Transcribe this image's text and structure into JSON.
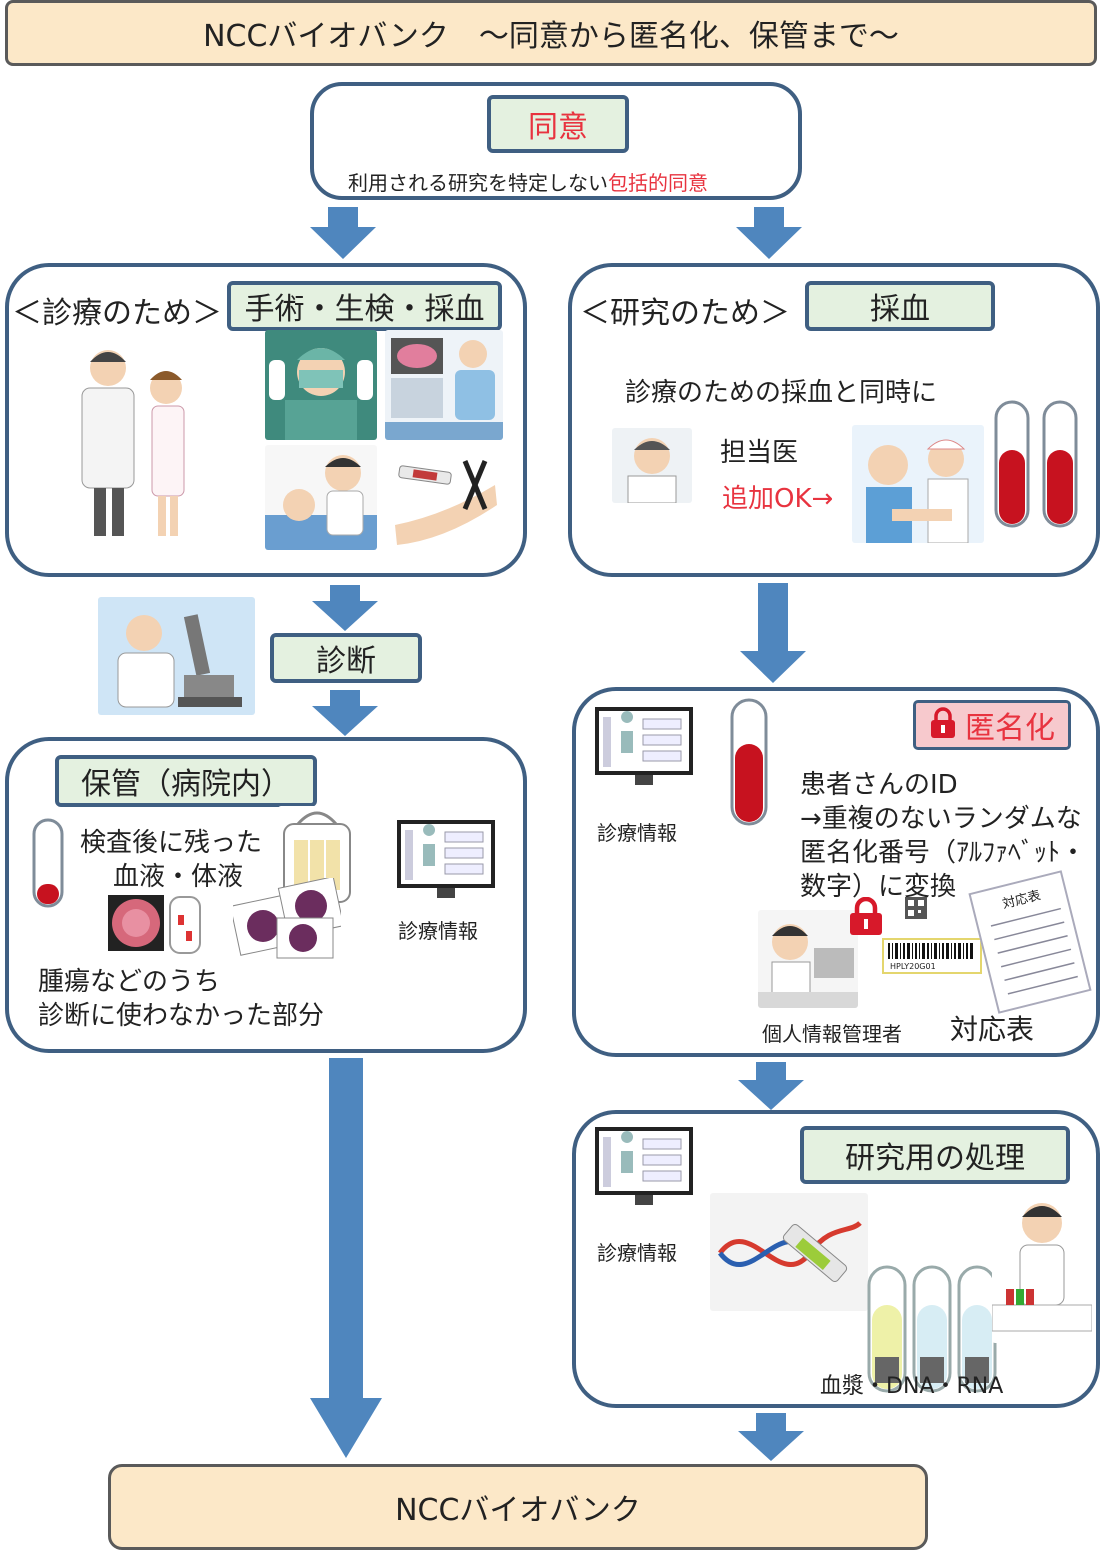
{
  "title": "NCCバイオバンク　～同意から匿名化、保管まで～",
  "consent": {
    "heading": "同意",
    "desc_prefix": "利用される研究を特定しない",
    "desc_highlight": "包括的同意"
  },
  "clinical": {
    "title": "＜診療のため＞",
    "label": "手術・生検・採血",
    "diagnosis": "診断"
  },
  "research": {
    "title": "＜研究のため＞",
    "label": "採血",
    "note": "診療のための採血と同時に",
    "doctor": "担当医",
    "ok": "追加OK→"
  },
  "storage": {
    "label": "保管（病院内）",
    "item1_l1": "検査後に残った",
    "item1_l2": "血液・体液",
    "item2_l1": "腫瘍などのうち",
    "item2_l2": "診断に使わなかった部分",
    "info": "診療情報"
  },
  "anonymize": {
    "label": "匿名化",
    "info": "診療情報",
    "l1": "患者さんのID",
    "l2": "→重複のないランダムな",
    "l3": "匿名化番号（ｱﾙﾌｧﾍﾞｯﾄ・",
    "l4": "数字）に変換",
    "manager": "個人情報管理者",
    "table": "対応表",
    "table_doc_title": "対応表",
    "barcode": "HPLY20G01"
  },
  "processing": {
    "label": "研究用の処理",
    "info": "診療情報",
    "products": "血漿・DNA・RNA"
  },
  "footer": "NCCバイオバンク",
  "colors": {
    "banner": "#fce8c8",
    "panel_border": "#3f5f82",
    "label_bg": "#e4f1e0",
    "arrow": "#4f86be",
    "highlight": "#e8333f",
    "anon_bg": "#f7c9cd"
  }
}
